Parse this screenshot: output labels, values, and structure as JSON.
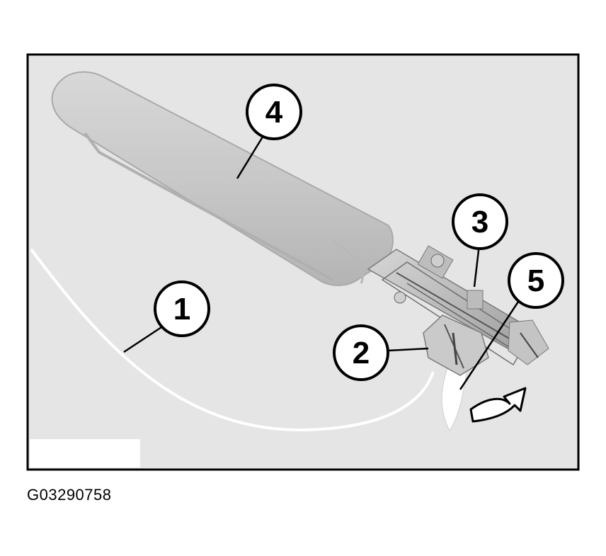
{
  "figure": {
    "id_label": "G03290758",
    "background_color": "#e5e5e5",
    "tool_color": "#c9c9c9",
    "callouts": [
      {
        "number": "1",
        "label": "1"
      },
      {
        "number": "2",
        "label": "2"
      },
      {
        "number": "3",
        "label": "3"
      },
      {
        "number": "4",
        "label": "4"
      },
      {
        "number": "5",
        "label": "5"
      }
    ]
  }
}
